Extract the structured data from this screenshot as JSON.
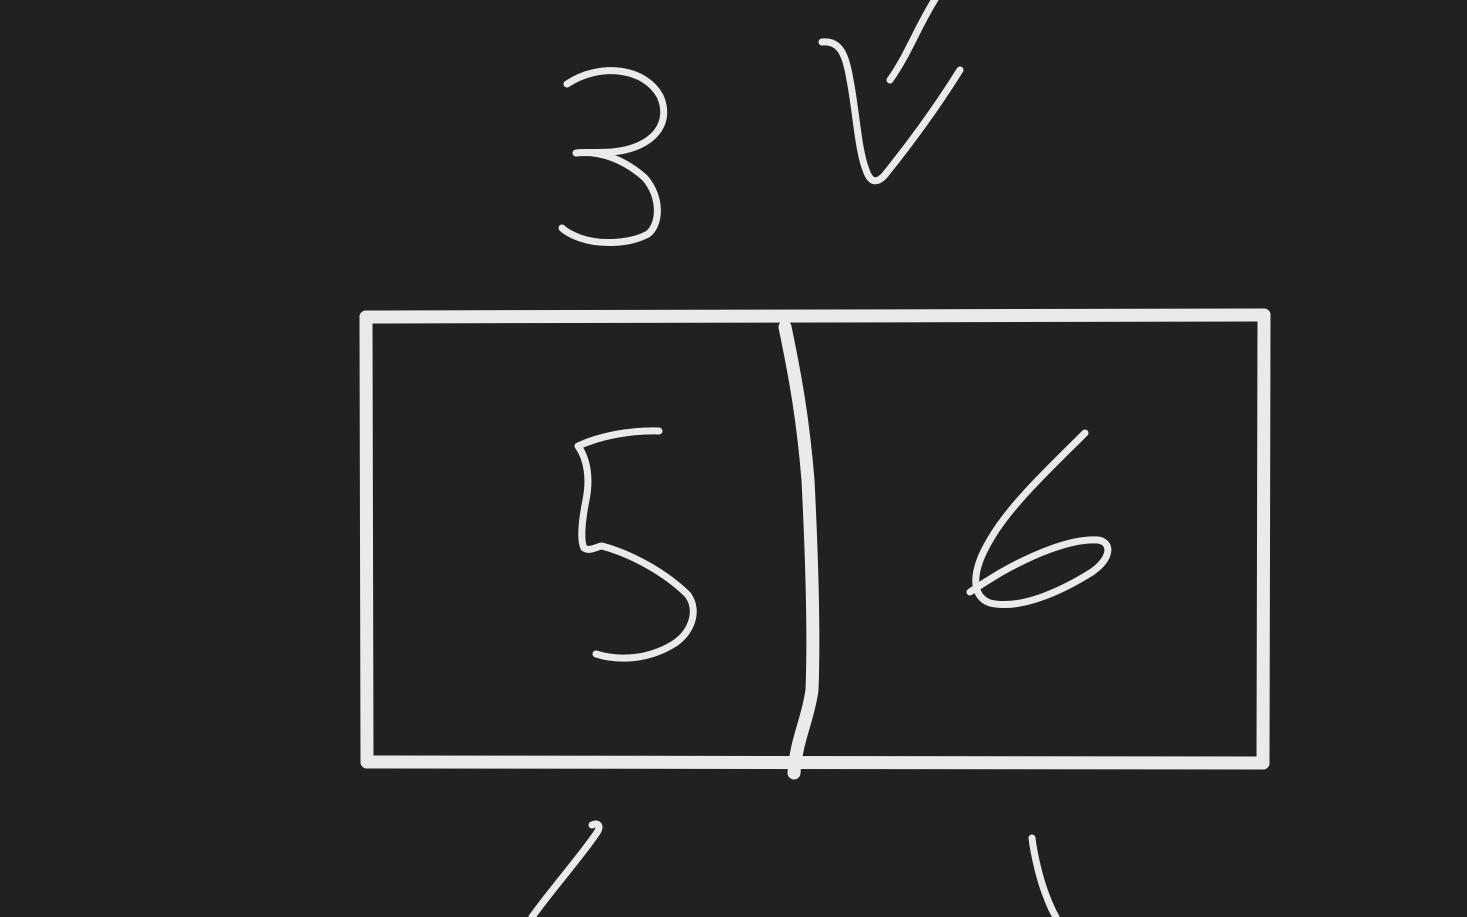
{
  "colors": {
    "background": "#212121",
    "ink": "#EAEAEA"
  },
  "handwritten": {
    "top_digit": "3",
    "left_cell_digit": "5",
    "right_cell_digit": "6"
  }
}
